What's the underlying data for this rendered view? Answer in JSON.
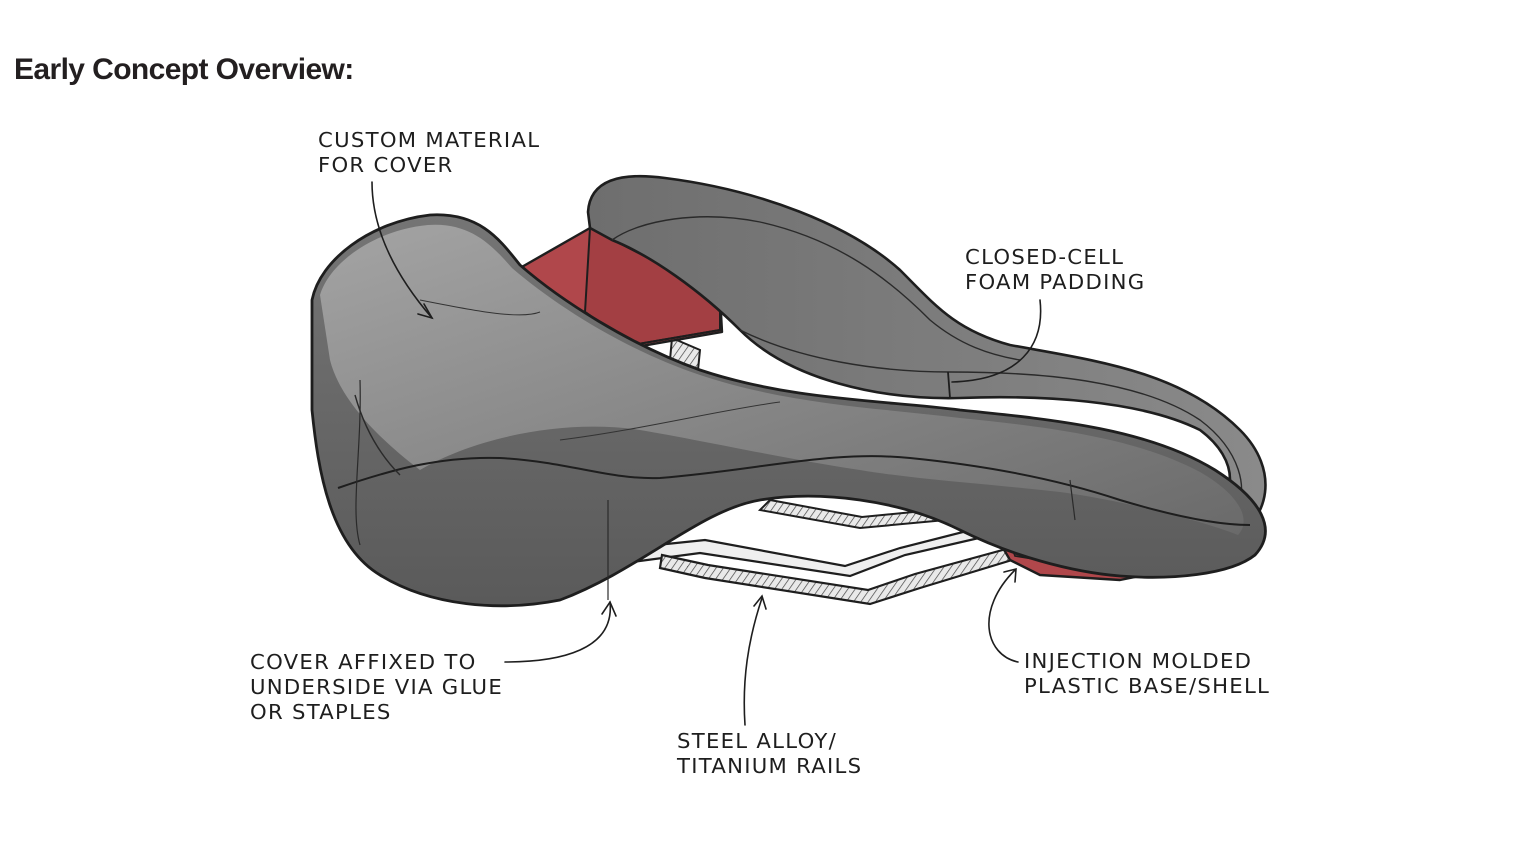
{
  "title": "Early Concept Overview:",
  "colors": {
    "cover": "#7b7b7b",
    "cover_light": "#9a9a9a",
    "cover_dark": "#565656",
    "base_red": "#b0474b",
    "base_red_dark": "#8c3538",
    "rail": "#e6e6e6",
    "ink": "#1e1e1e"
  },
  "callouts": {
    "cover_material": [
      "CUSTOM MATERIAL",
      "FOR COVER"
    ],
    "foam_padding": [
      "CLOSED-CELL",
      "FOAM PADDING"
    ],
    "cover_affixed": [
      "COVER AFFIXED TO",
      "UNDERSIDE VIA GLUE",
      "OR STAPLES"
    ],
    "rails": [
      "STEEL ALLOY/",
      "TITANIUM RAILS"
    ],
    "base_shell": [
      "INJECTION MOLDED",
      "PLASTIC BASE/SHELL"
    ]
  }
}
